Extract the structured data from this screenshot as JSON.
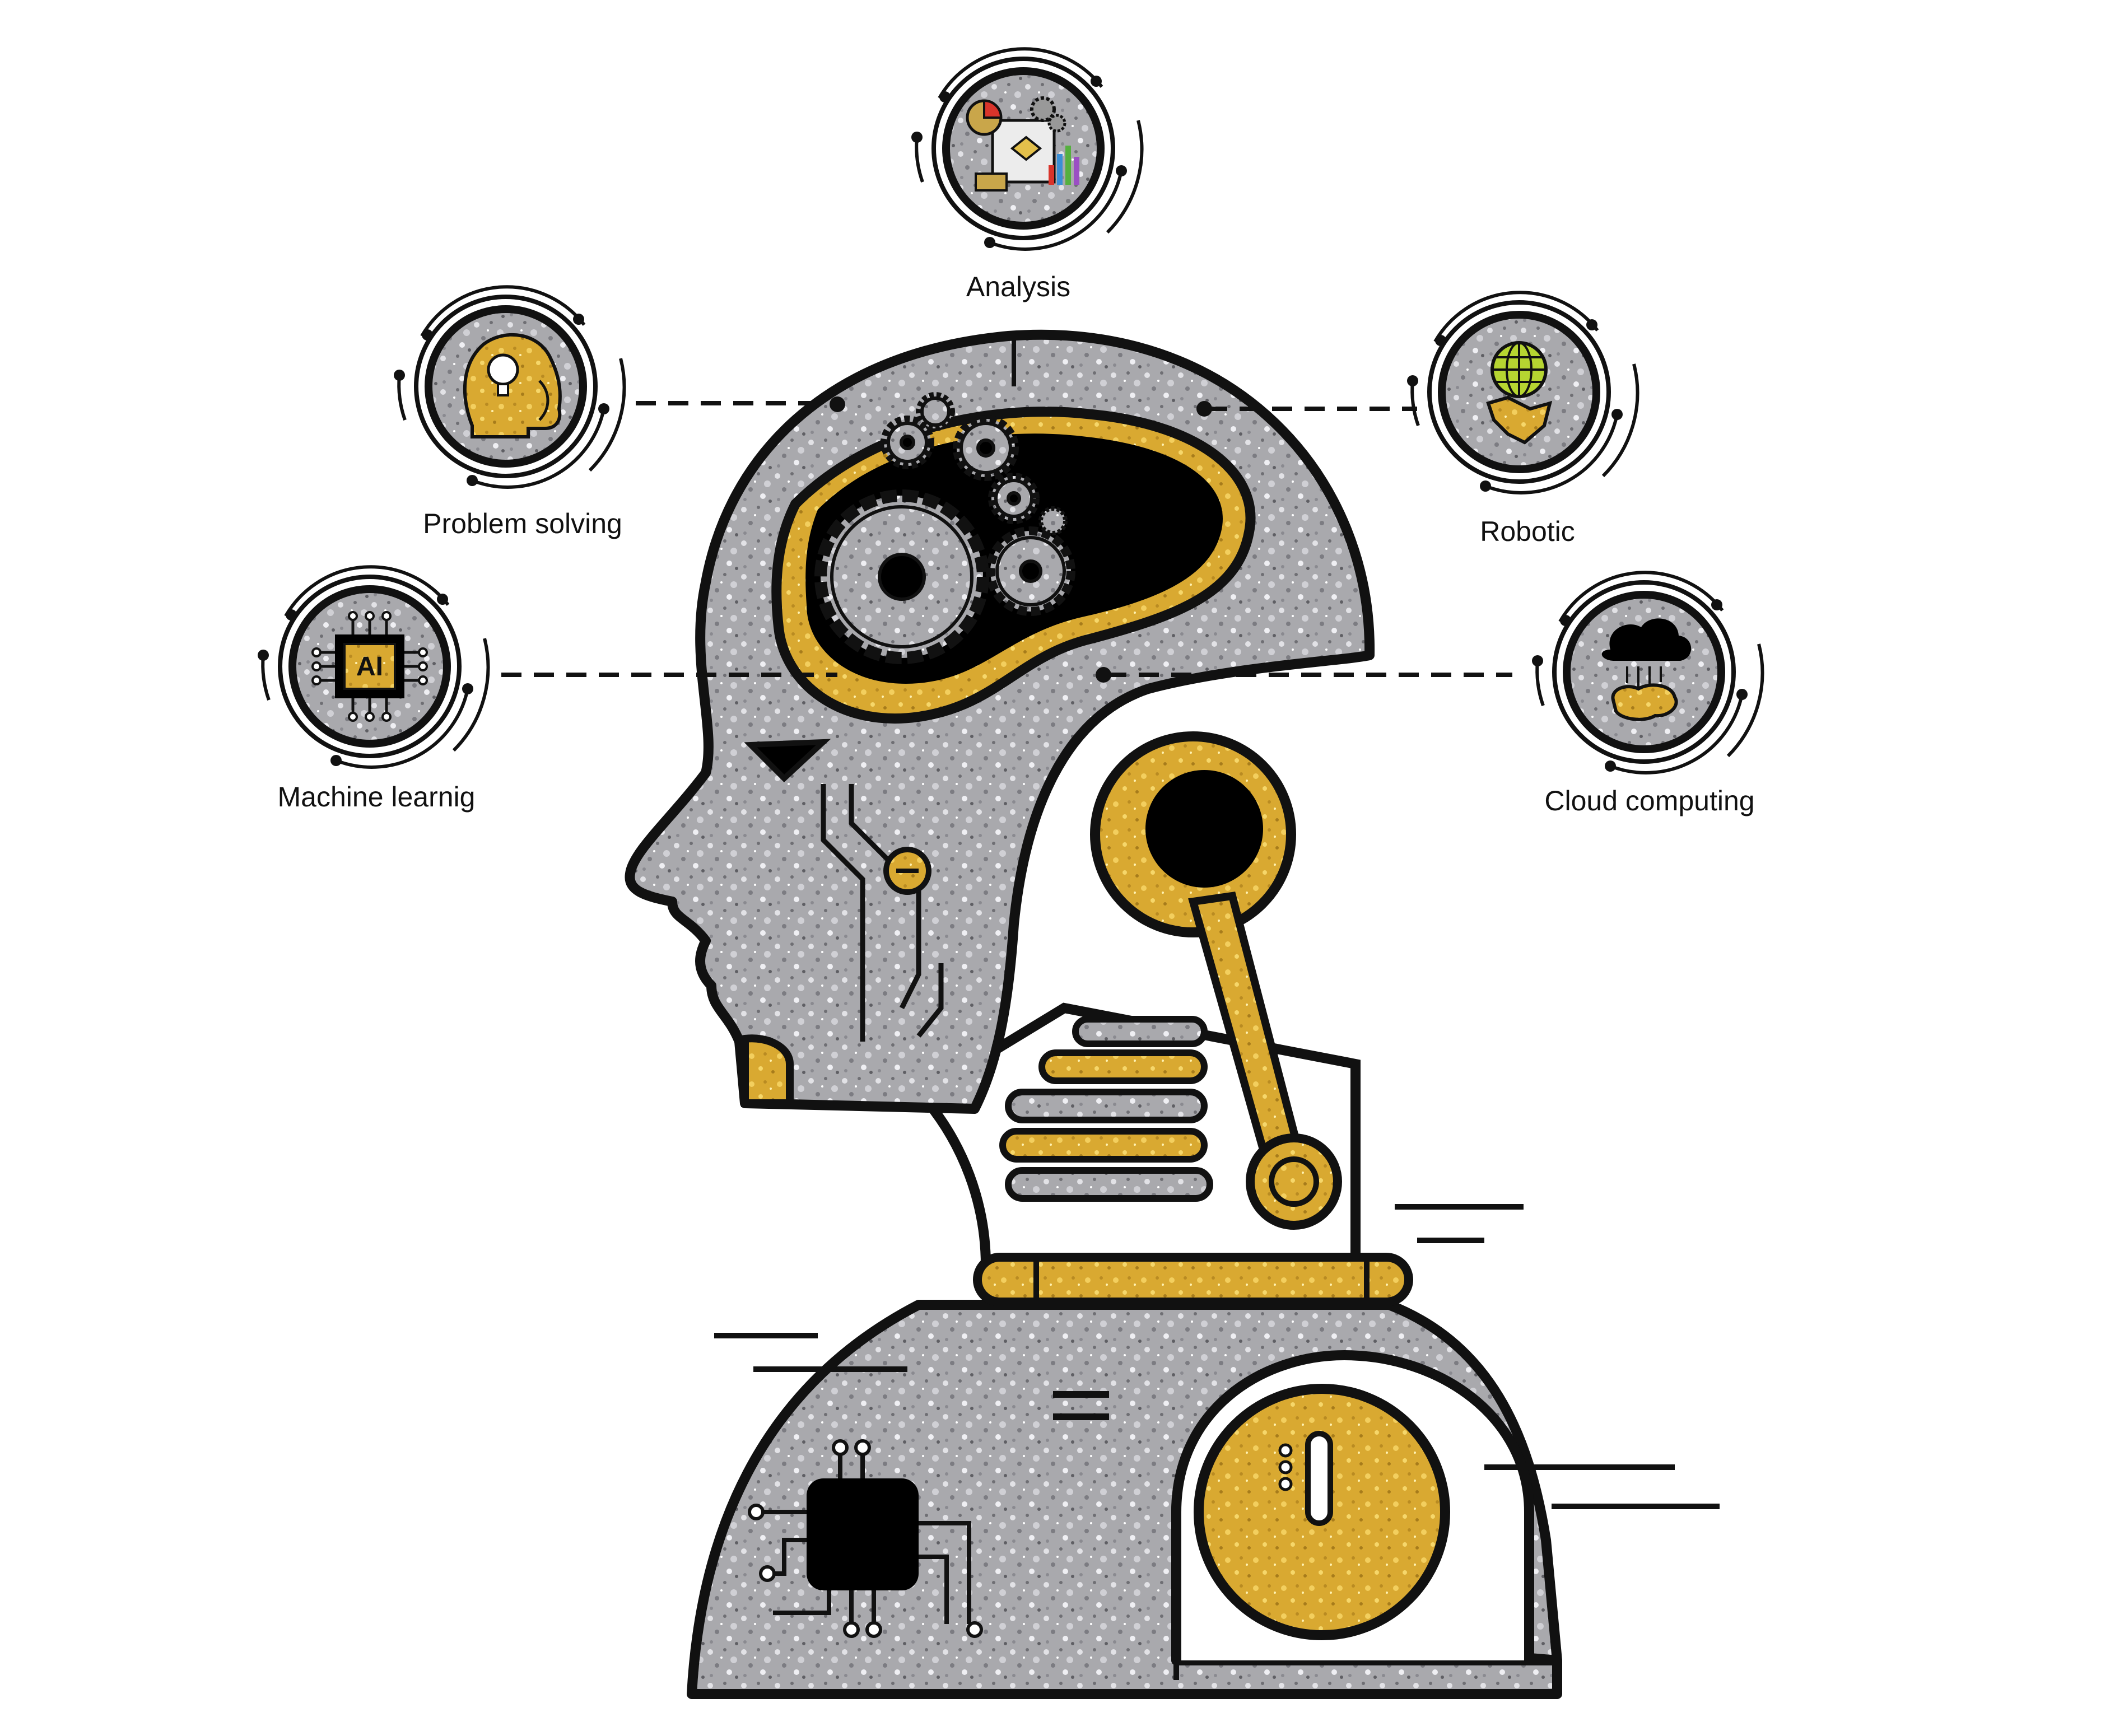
{
  "nodes": [
    {
      "id": "analysis",
      "label": "Analysis",
      "icon": "analysis-chart-gears-icon"
    },
    {
      "id": "problem-solving",
      "label": "Problem solving",
      "icon": "head-lightbulb-icon"
    },
    {
      "id": "robotic",
      "label": "Robotic",
      "icon": "robot-hand-globe-icon"
    },
    {
      "id": "machine-learning",
      "label": "Machine learnig",
      "icon": "ai-chip-icon"
    },
    {
      "id": "cloud-computing",
      "label": "Cloud computing",
      "icon": "cloud-brain-icon"
    }
  ],
  "chip_text": "AI",
  "colors": {
    "outline": "#111111",
    "silver": "#a9a9ad",
    "silver_light": "#d8d8dc",
    "gold": "#d9a931",
    "gold_light": "#f3cf5e",
    "background": "#ffffff"
  },
  "main_illustration": "robot-head-profile-icon"
}
